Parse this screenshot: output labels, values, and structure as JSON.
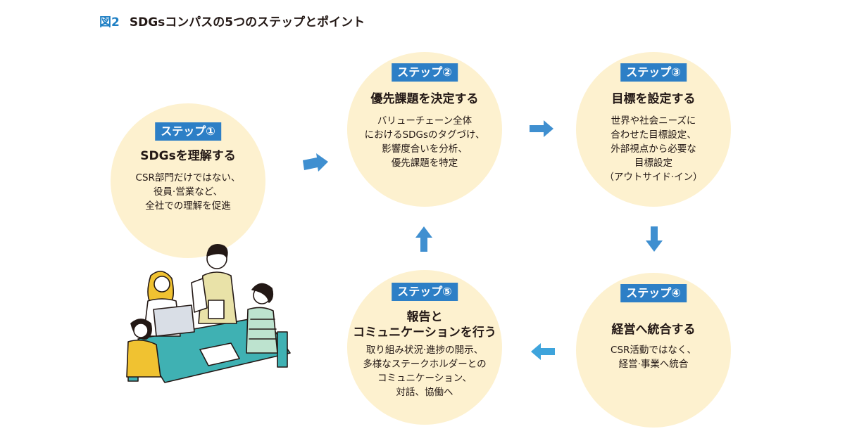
{
  "figure": {
    "number": "図2",
    "title": "SDGsコンパスの5つのステップとポイント"
  },
  "steps": [
    {
      "badge": "ステップ①",
      "title": "SDGsを理解する",
      "description": "CSR部門だけではない、\n役員·営業など、\n全社での理解を促進"
    },
    {
      "badge": "ステップ②",
      "title": "優先課題を決定する",
      "description": "バリューチェーン全体\nにおけるSDGsのタグづけ、\n影響度合いを分析、\n優先課題を特定"
    },
    {
      "badge": "ステップ③",
      "title": "目標を設定する",
      "description": "世界や社会ニーズに\n合わせた目標設定、\n外部視点から必要な\n目標設定\n（アウトサイド·イン）"
    },
    {
      "badge": "ステップ④",
      "title": "経営へ統合する",
      "description": "CSR活動ではなく、\n経営·事業へ統合"
    },
    {
      "badge": "ステップ⑤",
      "title": "報告と\nコミュニケーションを行う",
      "description": "取り組み状況·進捗の開示、\n多様なステークホルダーとの\nコミュニケーション、\n対話、協働へ"
    }
  ],
  "colors": {
    "accent": "#2d7fc6",
    "circle": "#fdf1cf",
    "arrow": "#3f8fd0",
    "table": "#3fb1b3"
  }
}
